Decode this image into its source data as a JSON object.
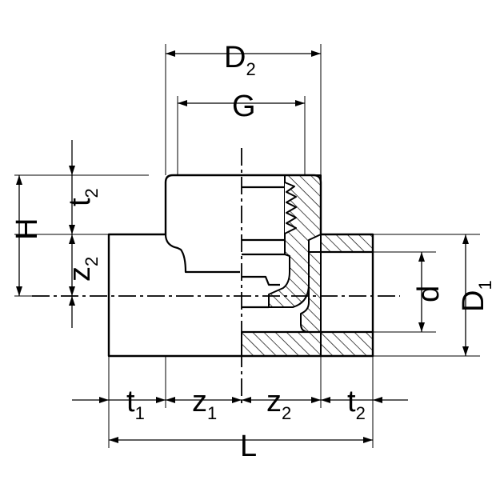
{
  "colors": {
    "ink": "#000000",
    "paper": "#ffffff"
  },
  "labels": {
    "D2": {
      "main": "D",
      "sub": "2"
    },
    "G": {
      "main": "G"
    },
    "t2_left": {
      "main": "t",
      "sub": "2"
    },
    "H": {
      "main": "H"
    },
    "z2_left": {
      "main": "z",
      "sub": "2"
    },
    "d": {
      "main": "d"
    },
    "D1": {
      "main": "D",
      "sub": "1"
    },
    "t1": {
      "main": "t",
      "sub": "1"
    },
    "z1": {
      "main": "z",
      "sub": "1"
    },
    "z2_bottom": {
      "main": "z",
      "sub": "2"
    },
    "t2_bottom": {
      "main": "t",
      "sub": "2"
    },
    "L": {
      "main": "L"
    }
  }
}
